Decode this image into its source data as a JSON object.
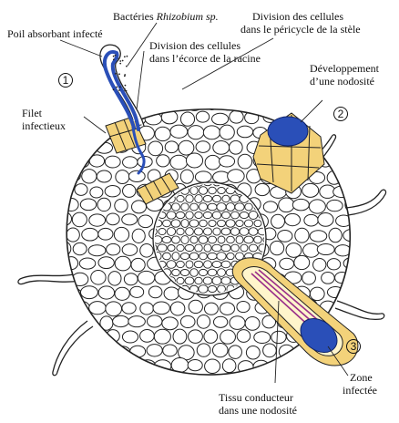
{
  "labels": {
    "root_hair": "Poil absorbant infecté",
    "bacteria_prefix": "Bactéries ",
    "bacteria_species": "Rhizobium sp.",
    "pericycle_line1": "Division des cellules",
    "pericycle_line2": "dans le péricycle de la stèle",
    "cortex_line1": "Division des cellules",
    "cortex_line2": "dans l’écorce de la racine",
    "nodule_dev_line1": "Développement",
    "nodule_dev_line2": "d’une nodosité",
    "thread_line1": "Filet",
    "thread_line2": "infectieux",
    "zone_line1": "Zone",
    "zone_line2": "infectée",
    "vascular_line1": "Tissu conducteur",
    "vascular_line2": "dans une nodosité"
  },
  "steps": {
    "step1": "1",
    "step2": "2",
    "step3": "3"
  },
  "colors": {
    "cell_outline": "#222222",
    "dividing_cells": "#f3d27a",
    "infected_blue": "#2a4fb8",
    "vascular_purple": "#9a2f8a",
    "background": "#ffffff"
  }
}
